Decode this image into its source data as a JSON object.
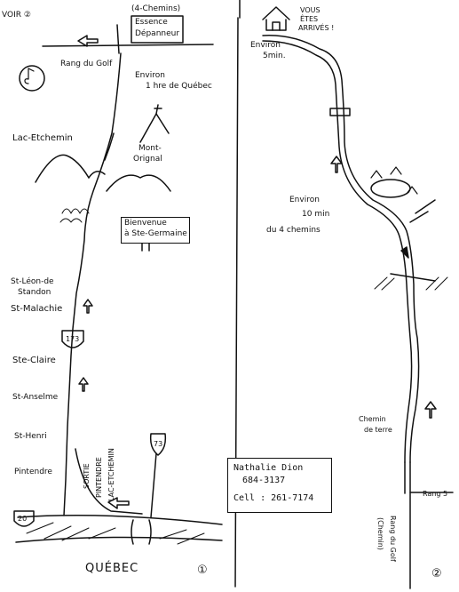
{
  "map1": {
    "see_map": "VOIR ②",
    "four_chemins": "(4-Chemins)",
    "store_line1": "Essence",
    "store_line2": "Dépanneur",
    "rang_du_golf": "Rang du Golf",
    "travel_time_line1": "Environ",
    "travel_time_line2": "1 hre de Québec",
    "lac_etchemin": "Lac-Etchemin",
    "mont_orignal_line1": "Mont-",
    "mont_orignal_line2": "Orignal",
    "welcome_line1": "Bienvenue",
    "welcome_line2": "à Ste-Germaine",
    "st_leon_line1": "St-Léon-de",
    "st_leon_line2": "Standon",
    "st_malachie": "St-Malachie",
    "route_173": "173",
    "ste_claire": "Ste-Claire",
    "st_anselme": "St-Anselme",
    "st_henri": "St-Henri",
    "pintendre": "Pintendre",
    "exit_sign_line1": "SORTIE",
    "exit_sign_line2": "PINTENDRE",
    "exit_sign_line3": "LAC-ETCHEMIN",
    "route_73": "73",
    "route_20": "20",
    "quebec": "QUÉBEC",
    "page_number": "①"
  },
  "map2": {
    "arrived_line1": "VOUS",
    "arrived_line2": "ÊTES",
    "arrived_line3": "ARRIVÉS !",
    "time_5min_line1": "Environ",
    "time_5min_line2": "5min.",
    "time_10min_line1": "Environ",
    "time_10min_line2": "10 min",
    "from_four_chemins": "du 4 chemins",
    "dirt_road_line1": "Chemin",
    "dirt_road_line2": "de terre",
    "rang_5": "Rang 5",
    "rang_du_golf": "Rang du Golf",
    "chemin_paren": "(Chemin)",
    "page_number": "②"
  },
  "contact": {
    "name": "Nathalie Dion",
    "phone": "684-3137",
    "cell": "Cell : 261-7174"
  }
}
